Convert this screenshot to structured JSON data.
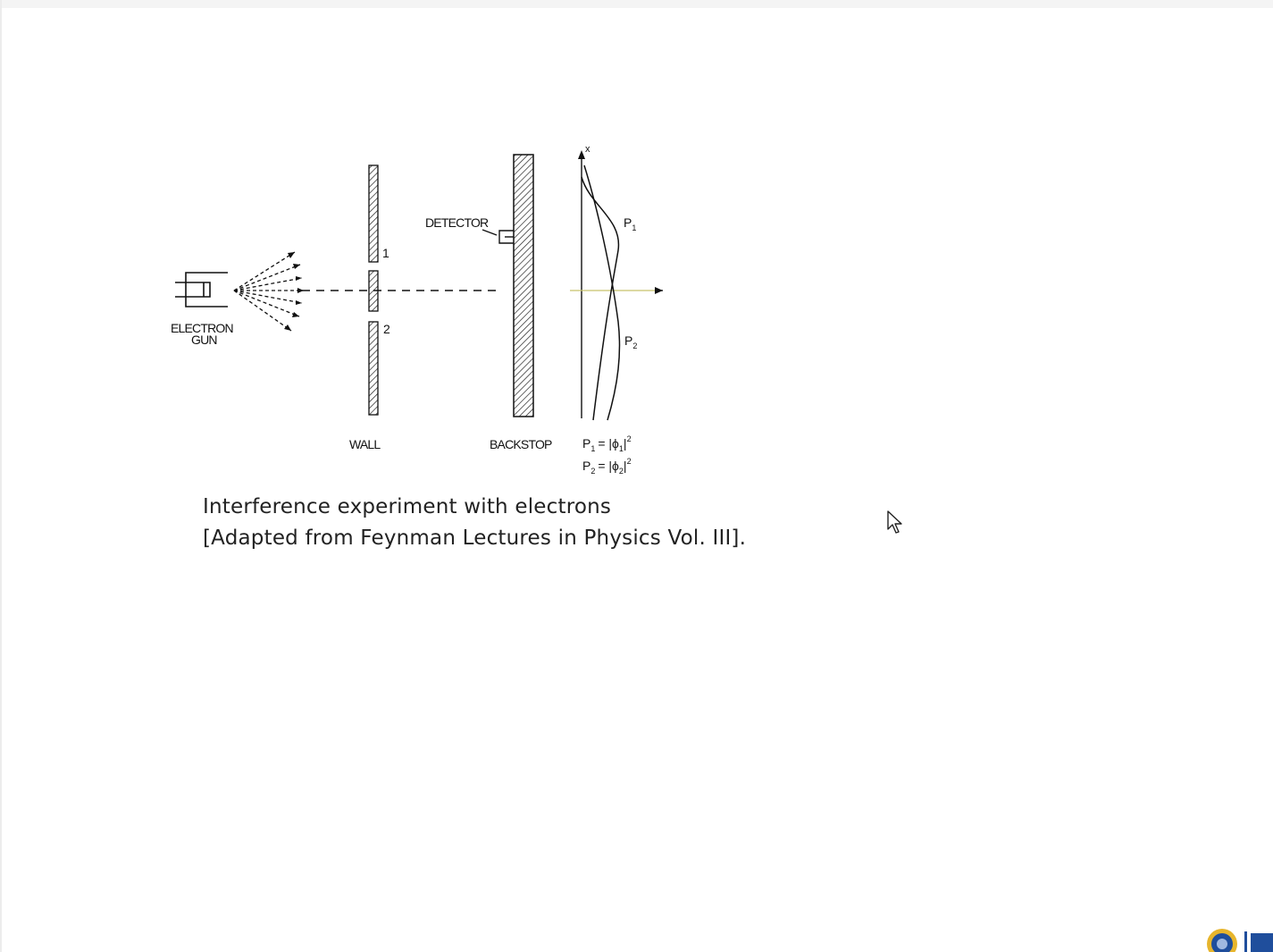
{
  "diagram": {
    "electron_gun_label_1": "ELECTRON",
    "electron_gun_label_2": "GUN",
    "hole_1_label": "1",
    "hole_2_label": "2",
    "wall_label": "WALL",
    "detector_label": "DETECTOR",
    "backstop_label": "BACKSTOP",
    "axis_label": "x",
    "curve_1_label": "P",
    "curve_1_sub": "1",
    "curve_2_label": "P",
    "curve_2_sub": "2",
    "formula_1": {
      "lhs": "P",
      "lhs_sub": "1",
      "op": "= |ϕ",
      "phi_sub": "1",
      "close": "|",
      "exp": "2"
    },
    "formula_2": {
      "lhs": "P",
      "lhs_sub": "2",
      "op": "= |ϕ",
      "phi_sub": "2",
      "close": "|",
      "exp": "2"
    }
  },
  "caption": {
    "line1": "Interference experiment with electrons",
    "line2": "[Adapted from Feynman Lectures in Physics Vol. III]."
  },
  "colors": {
    "background": "#ffffff",
    "ink": "#111111",
    "axis_highlight": "#c8c26a",
    "logo_blue": "#1f4e9c",
    "logo_gold": "#e7b52c"
  },
  "icons": {
    "cursor": "mouse-pointer-icon",
    "logo": "institute-logo-icon"
  }
}
